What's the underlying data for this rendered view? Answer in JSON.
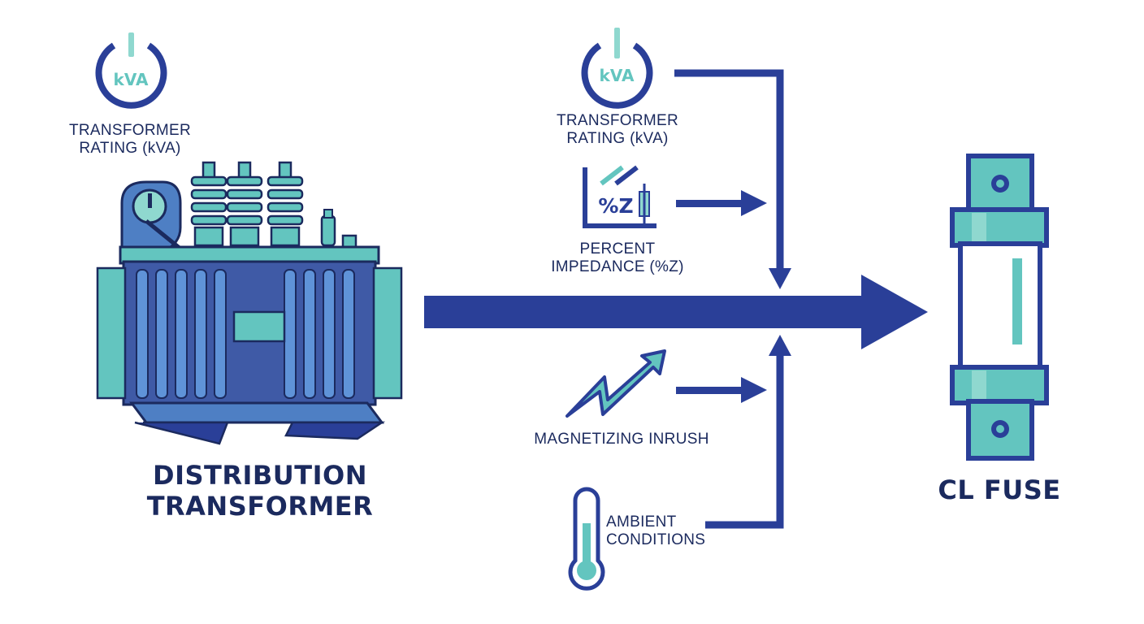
{
  "colors": {
    "navy": "#2a3f98",
    "dark_navy": "#1b2a5e",
    "teal": "#63c5bf",
    "light_teal": "#8fd8cf"
  },
  "source_icons": {
    "rating_symbol": "kVA",
    "impedance_symbol": "%Z"
  },
  "left": {
    "rating_label": [
      "TRANSFORMER",
      "RATING (kVA)"
    ],
    "transformer_label": [
      "DISTRIBUTION",
      "TRANSFORMER"
    ]
  },
  "factors": {
    "rating_label": [
      "TRANSFORMER",
      "RATING (kVA)"
    ],
    "impedance_label": [
      "PERCENT",
      "IMPEDANCE (%Z)"
    ],
    "inrush_label": "MAGNETIZING INRUSH",
    "ambient_label": [
      "AMBIENT",
      "CONDITIONS"
    ]
  },
  "right": {
    "fuse_label": "CL FUSE"
  },
  "icons": [
    "power-kva-icon",
    "transformer-icon",
    "percent-impedance-icon",
    "inrush-spike-icon",
    "thermometer-icon",
    "cl-fuse-icon"
  ]
}
